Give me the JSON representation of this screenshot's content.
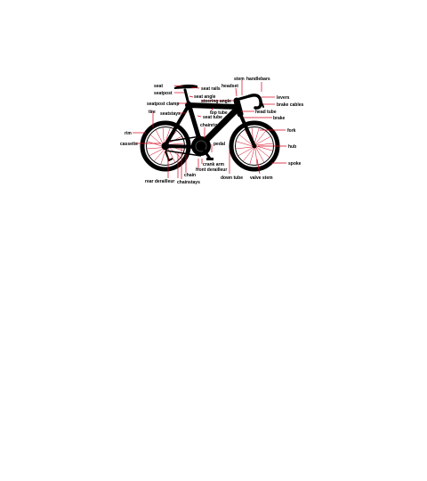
{
  "diagram": {
    "accent_color": "#d9001b",
    "frame_color": "#000000",
    "labels": {
      "seat": "seat",
      "seat_rails": "seat rails",
      "seatpost": "seatpost",
      "seat_angle": "seat angle",
      "steering_angle": "steering angle",
      "seatpost_clamp": "seatpost clamp",
      "tire": "tire",
      "seatstays": "seatstays",
      "top_tube": "top tube",
      "seat_tube": "seat tube",
      "chainring": "chainring",
      "rim": "rim",
      "cassette": "cassette",
      "pedal": "pedal",
      "chain": "chain",
      "crank_arm": "crank arm",
      "front_derailleur": "front derailleur",
      "rear_derailleur": "rear derailleur",
      "chainstays": "chainstays",
      "stem": "stem",
      "handlebars": "handlebars",
      "headset": "headset",
      "levers": "levers",
      "brake_cables": "brake cables",
      "head_tube": "head tube",
      "brake": "brake",
      "fork": "fork",
      "hub": "hub",
      "spoke": "spoke",
      "down_tube": "down tube",
      "valve_stem": "valve stem"
    }
  }
}
